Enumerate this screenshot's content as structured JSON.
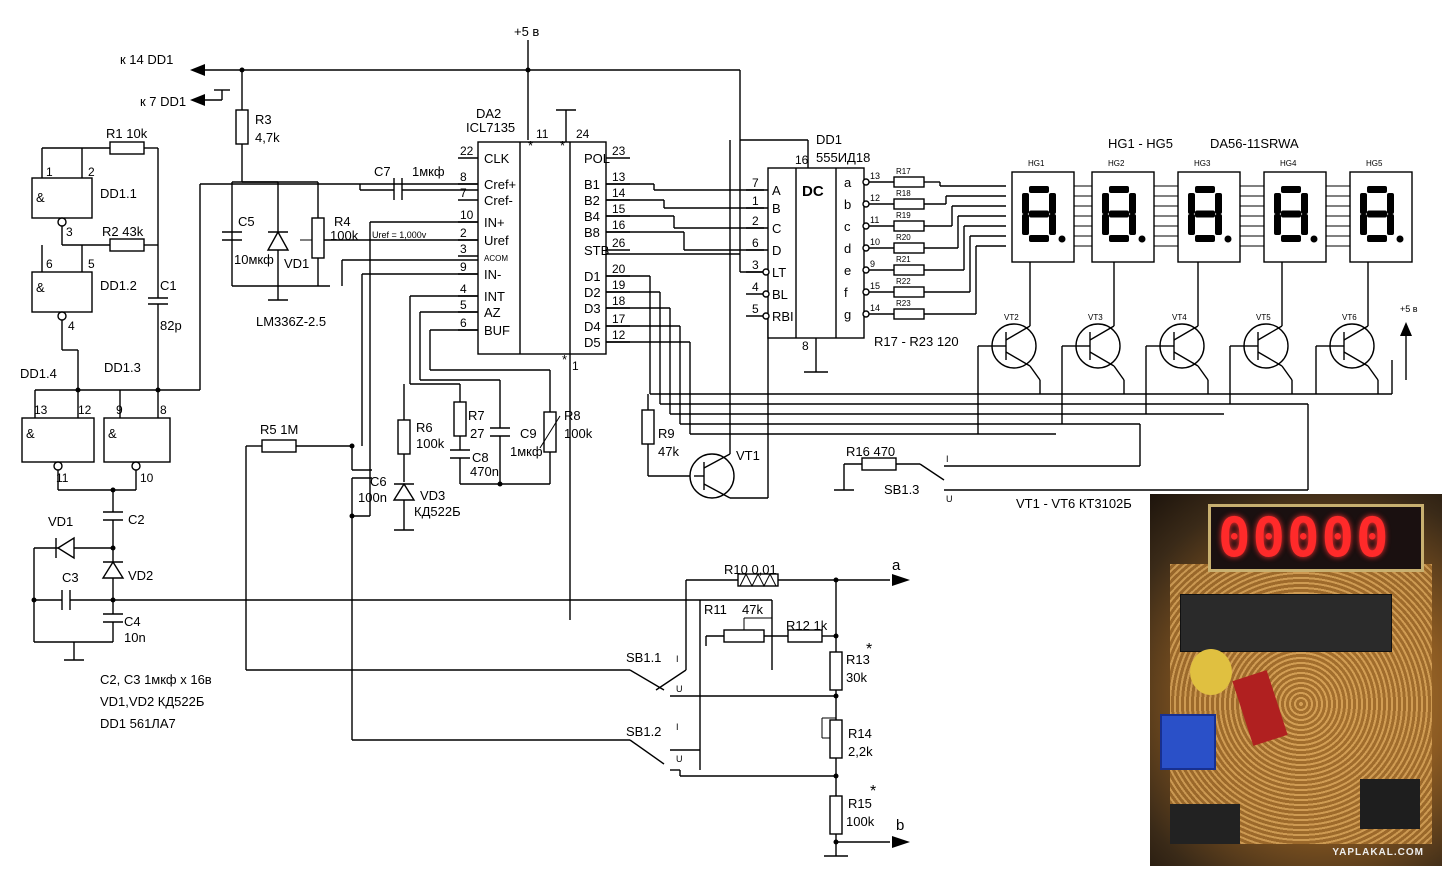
{
  "power": {
    "vcc": "+5 в",
    "vcc2": "+5 в",
    "to14": "к 14  DD1",
    "to7": "к 7 DD1"
  },
  "logic": {
    "dd11": "DD1.1",
    "dd12": "DD1.2",
    "dd13": "DD1.3",
    "dd14": "DD1.4",
    "amp": "&",
    "p1": "1",
    "p2": "2",
    "p3": "3",
    "p4": "4",
    "p5": "5",
    "p6": "6",
    "p8": "8",
    "p9": "9",
    "p10": "10",
    "p11": "11",
    "p12": "12",
    "p13": "13"
  },
  "parts": {
    "r1": "R1 10k",
    "r2": "R2  43k",
    "c1": "C1",
    "c1v": "82p",
    "r3": "R3",
    "r3v": "4,7k",
    "c5": "C5",
    "c5v": "10мкф",
    "vd1": "VD1",
    "r4": "R4",
    "r4v": "100k",
    "lm": "LM336Z-2.5",
    "c7": "C7",
    "c7v": "1мкф",
    "uref": "Uref = 1,000v",
    "r5": "R5    1M",
    "c6": "C6",
    "c6v": "100n",
    "r6": "R6",
    "r6v": "100k",
    "vd3": "VD3",
    "vd3v": "КД522Б",
    "r7": "R7",
    "r7v": "27",
    "c8": "C8",
    "c8v": "470n",
    "c9": "C9",
    "c9v": "1мкф",
    "r8": "R8",
    "r8v": "100k",
    "vd1b": "VD1",
    "c2": "C2",
    "vd2": "VD2",
    "c3": "C3",
    "c4": "C4",
    "c4v": "10n",
    "r9": "R9",
    "r9v": "47k",
    "vt1": "VT1",
    "r16": "R16  470",
    "sb13": "SB1.3",
    "r10": "R10  0,01",
    "r11": "R11",
    "r11v": "47k",
    "r12": "R12  1k",
    "r13": "R13",
    "r13v": "30k",
    "r14": "R14",
    "r14v": "2,2k",
    "r15": "R15",
    "r15v": "100k",
    "sb11": "SB1.1",
    "sb12": "SB1.2",
    "ta": "a",
    "tb": "b",
    "star": "*",
    "sw1": "I",
    "swu": "U"
  },
  "notes": {
    "n1": "C2, C3  1мкф х 16в",
    "n2": "VD1,VD2   КД522Б",
    "n3": "DD1   561ЛА7",
    "vt": "VT1 - VT6  КТ3102Б",
    "r17": "R17 - R23   120",
    "hg": "HG1 - HG5",
    "da56": "DA56-11SRWA"
  },
  "ic_adc": {
    "name": "DA2",
    "part": "ICL7135",
    "left": [
      "CLK",
      "Cref+",
      "Cref-",
      "IN+",
      "Uref",
      "ACOM",
      "IN-",
      "INT",
      "AZ",
      "BUF"
    ],
    "left_pins": [
      "22",
      "8",
      "7",
      "10",
      "2",
      "3",
      "9",
      "4",
      "5",
      "6"
    ],
    "right": [
      "POL",
      "B1",
      "B2",
      "B4",
      "B8",
      "STB",
      "D1",
      "D2",
      "D3",
      "D4",
      "D5"
    ],
    "right_pins": [
      "23",
      "13",
      "14",
      "15",
      "16",
      "26",
      "20",
      "19",
      "18",
      "17",
      "12"
    ],
    "top_pins": [
      "11",
      "24"
    ],
    "bottom_pin": "1"
  },
  "ic_dec": {
    "name": "DD1",
    "part": "555ИД18",
    "dc": "DC",
    "inputs": [
      "A",
      "B",
      "C",
      "D",
      "LT",
      "BL",
      "RBI"
    ],
    "input_pins": [
      "7",
      "1",
      "2",
      "6",
      "3",
      "4",
      "5"
    ],
    "outputs": [
      "a",
      "b",
      "c",
      "d",
      "e",
      "f",
      "g"
    ],
    "output_pins": [
      "13",
      "12",
      "11",
      "10",
      "9",
      "15",
      "14"
    ],
    "top_pin": "16",
    "bottom_pin": "8"
  },
  "resistors_out": [
    "R17",
    "R18",
    "R19",
    "R20",
    "R21",
    "R22",
    "R23"
  ],
  "displays": [
    "HG1",
    "HG2",
    "HG3",
    "HG4",
    "HG5"
  ],
  "transistors": [
    "VT2",
    "VT3",
    "VT4",
    "VT5",
    "VT6"
  ],
  "photo": {
    "digits": "00000",
    "watermark": "YAPLAKAL.COM"
  }
}
